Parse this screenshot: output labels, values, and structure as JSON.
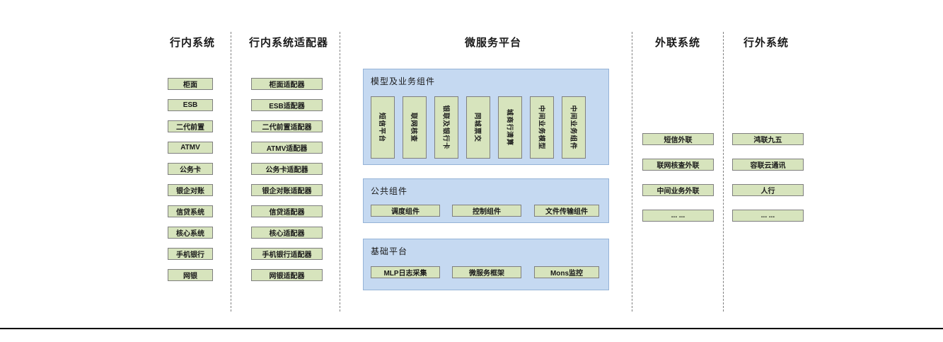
{
  "headers": {
    "internal": "行内系统",
    "adapters": "行内系统适配器",
    "platform": "微服务平台",
    "external_link": "外联系统",
    "outside": "行外系统"
  },
  "internal": {
    "items": [
      "柜面",
      "ESB",
      "二代前置",
      "ATMV",
      "公务卡",
      "银企对账",
      "信贷系统",
      "核心系统",
      "手机银行",
      "网银"
    ]
  },
  "adapters": {
    "items": [
      "柜面适配器",
      "ESB适配器",
      "二代前置适配器",
      "ATMV适配器",
      "公务卡适配器",
      "银企对账适配器",
      "信贷适配器",
      "核心适配器",
      "手机银行适配器",
      "网银适配器"
    ]
  },
  "platform": {
    "model_section": {
      "title": "模型及业务组件",
      "items": [
        "短信平台",
        "联网核查",
        "银联及银行卡",
        "同城票交",
        "城商行清算",
        "中间业务模型",
        "中间业务组件"
      ]
    },
    "common_section": {
      "title": "公共组件",
      "items": [
        "调度组件",
        "控制组件",
        "文件传输组件"
      ]
    },
    "base_section": {
      "title": "基础平台",
      "items": [
        "MLP日志采集",
        "微服务框架",
        "Mons监控"
      ]
    }
  },
  "external_link": {
    "items": [
      "短信外联",
      "联网核查外联",
      "中间业务外联",
      "... ..."
    ]
  },
  "outside": {
    "items": [
      "鸿联九五",
      "容联云通讯",
      "人行",
      "... ..."
    ]
  },
  "colors": {
    "box_fill": "#d7e4bd",
    "box_border": "#7f7f7f",
    "panel_fill": "#c5d9f1",
    "panel_border": "#95b3d7",
    "divider": "#808080",
    "rule": "#000000"
  }
}
